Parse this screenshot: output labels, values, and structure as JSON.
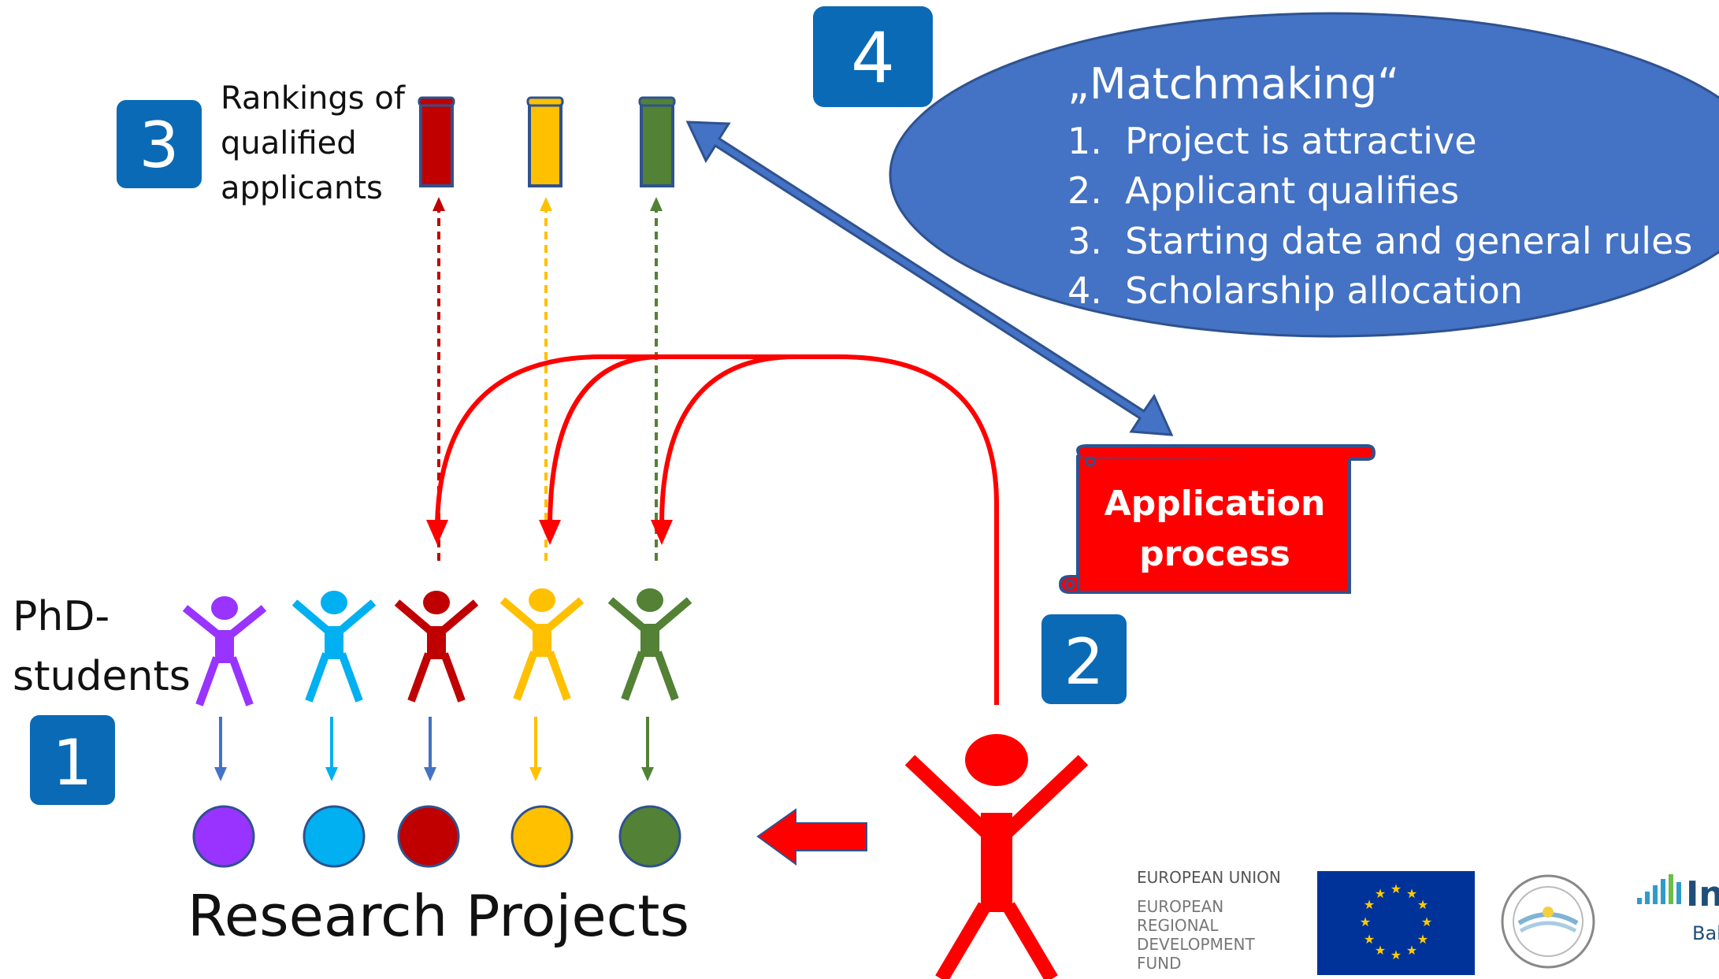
{
  "badges": {
    "one": "1",
    "two": "2",
    "three": "3",
    "four": "4"
  },
  "rankings_label": [
    "Rankings of",
    "qualified",
    "applicants"
  ],
  "matchmaking": {
    "title": "„Matchmaking“",
    "items": [
      "1.  Project is attractive",
      "2.  Applicant qualifies",
      "3.  Starting date and general rules",
      "4.  Scholarship allocation"
    ]
  },
  "application": [
    "Application",
    "process"
  ],
  "phd_label": [
    "PhD-",
    "students"
  ],
  "projects_label": "Research Projects",
  "eu_logo": {
    "union": "EUROPEAN UNION",
    "fund_lines": [
      "EUROPEAN",
      "REGIONAL",
      "DEVELOPMENT",
      "FUND"
    ]
  },
  "partner_logo_text": "Balt",
  "colors": {
    "badge": "#0A6AB5",
    "ellipse": "#4472C4",
    "red": "#FF0000",
    "purple": "#9933FF",
    "cyan": "#00B0F0",
    "darkred": "#C00000",
    "yellow": "#FFC000",
    "green": "#538135",
    "blue_arrow": "#4472C4"
  }
}
